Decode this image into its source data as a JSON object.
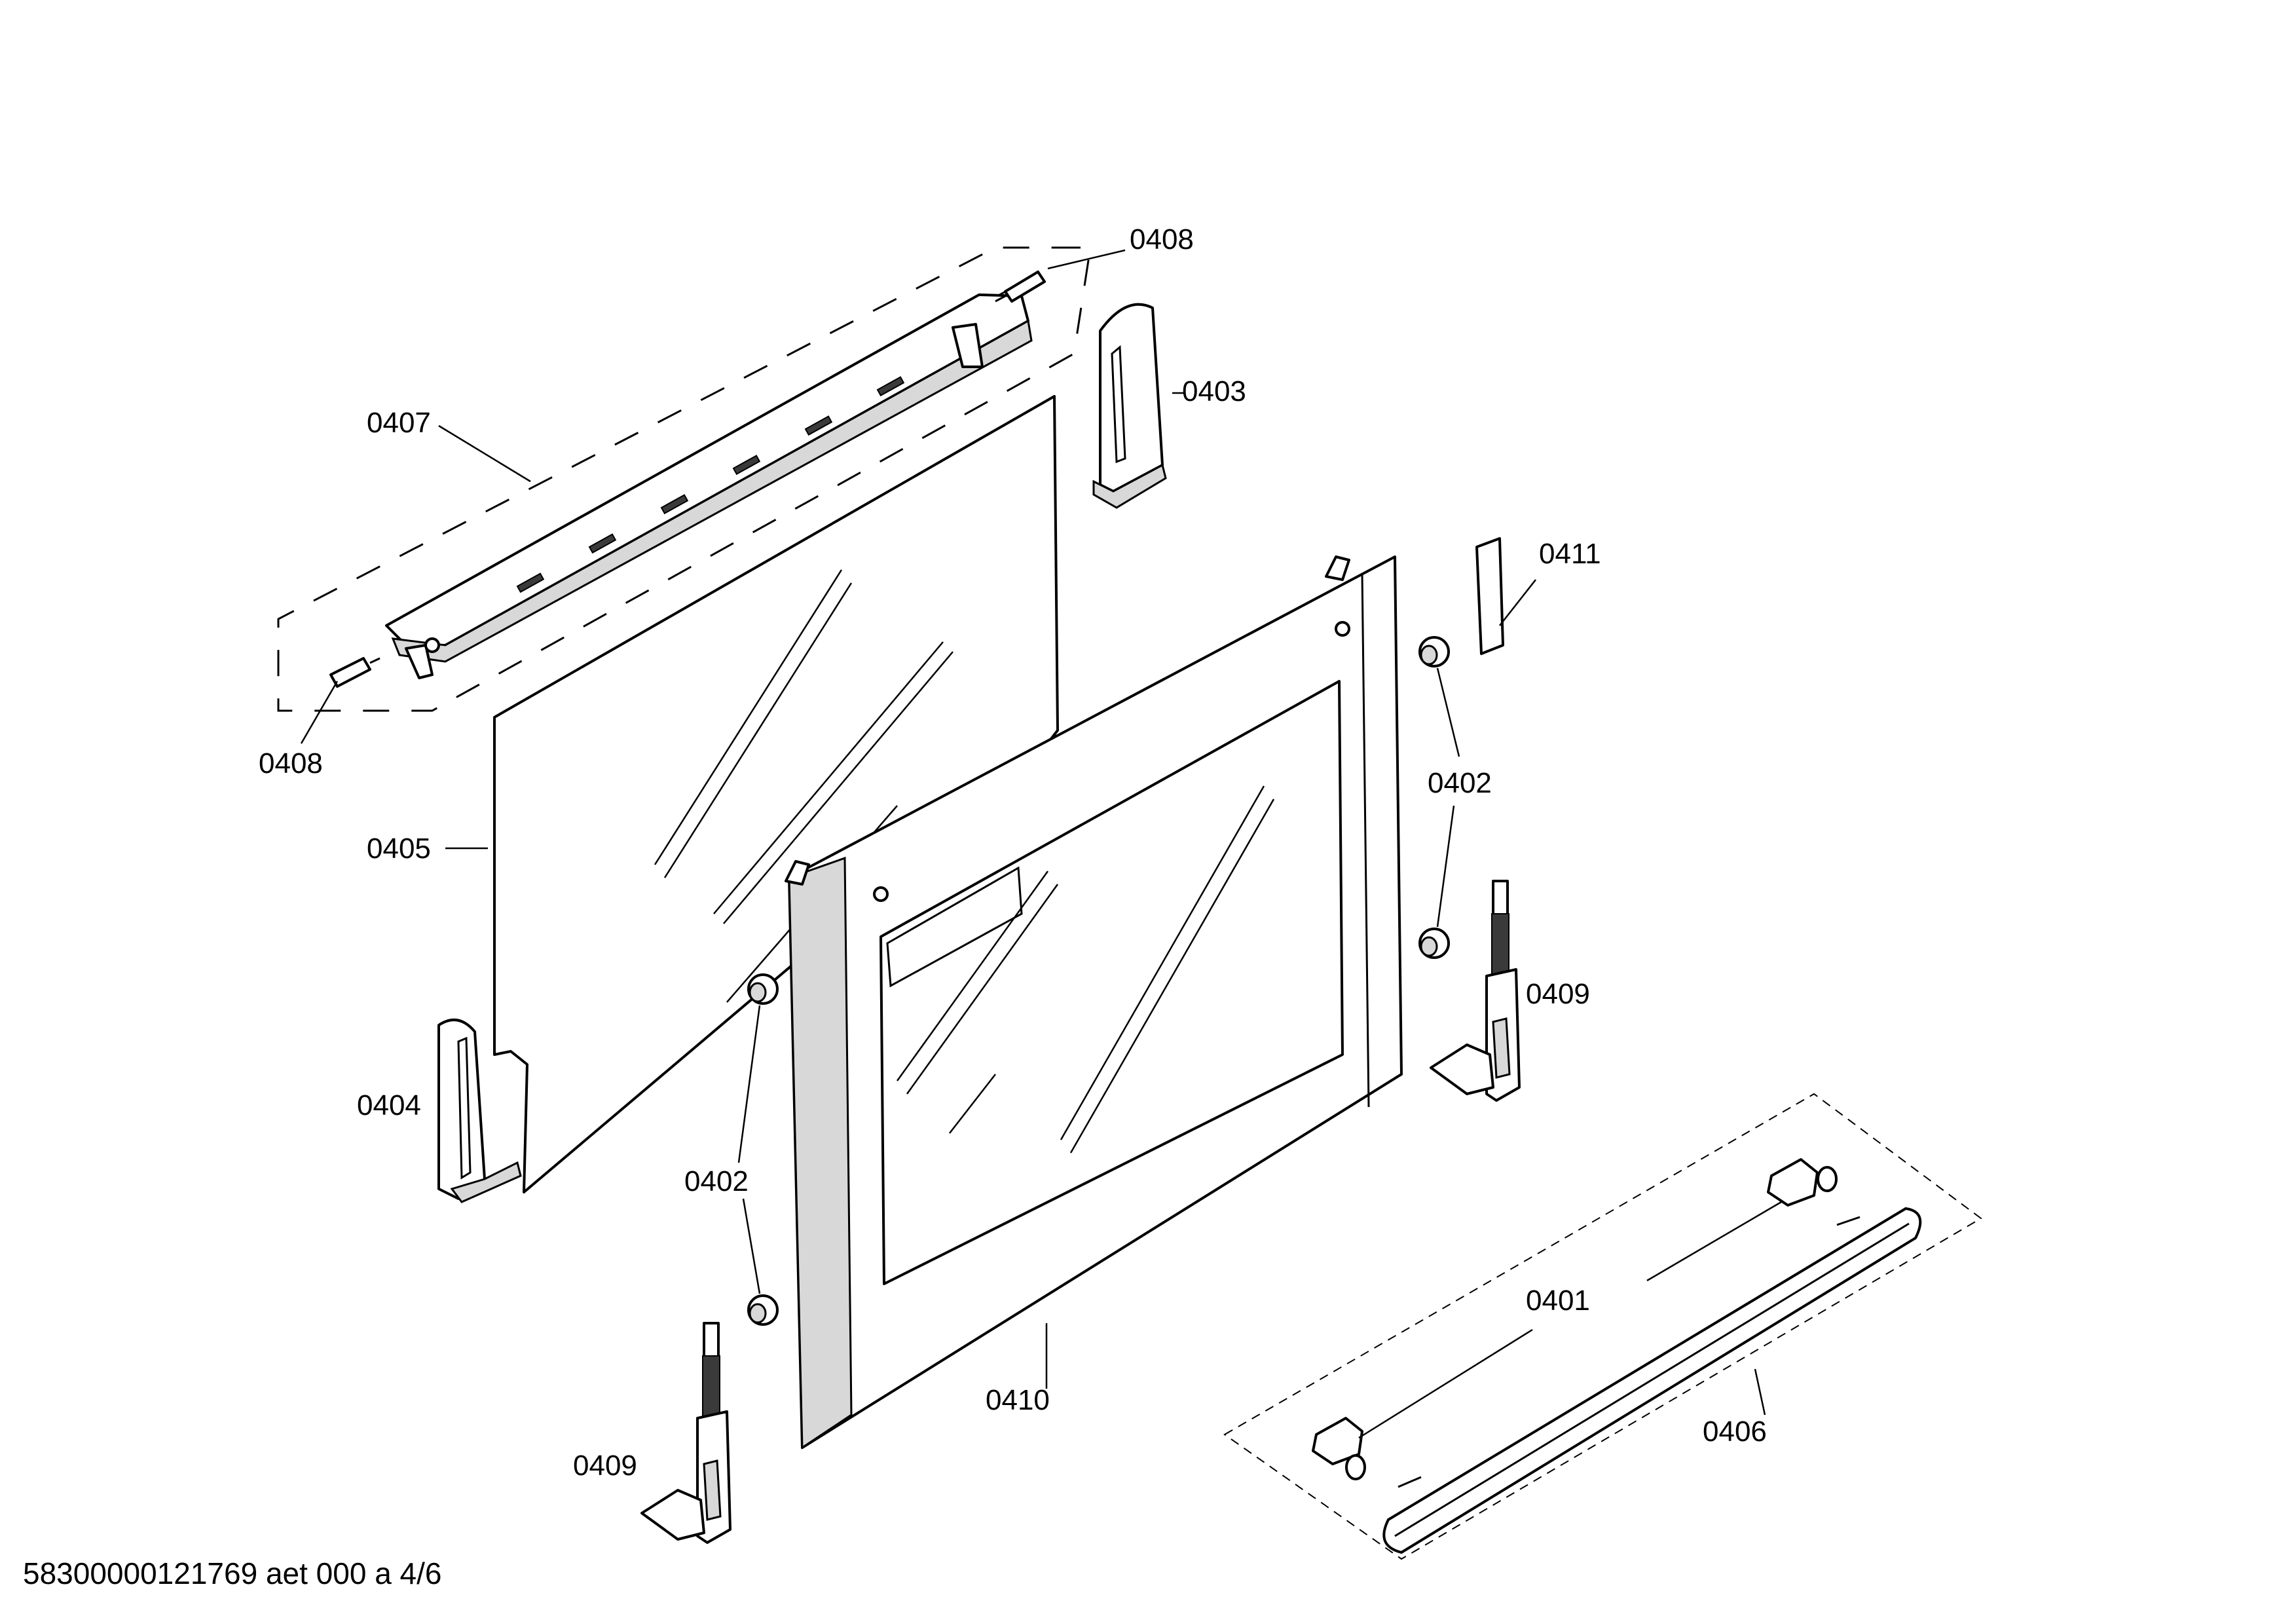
{
  "callouts": {
    "c0401": "0401",
    "c0402_right": "0402",
    "c0402_left": "0402",
    "c0403": "0403",
    "c0404": "0404",
    "c0405": "0405",
    "c0406": "0406",
    "c0407": "0407",
    "c0408_top": "0408",
    "c0408_left": "0408",
    "c0409_right": "0409",
    "c0409_left": "0409",
    "c0410": "0410",
    "c0411": "0411"
  },
  "footer": {
    "document_id": "58300000121769 aet 000 a 4/6"
  }
}
